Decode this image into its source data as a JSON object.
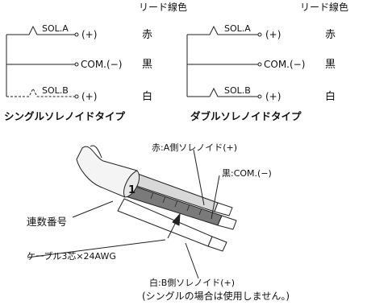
{
  "header": {
    "lead_color_left": "リード線色",
    "lead_color_right": "リード線色"
  },
  "single": {
    "title": "シングルソレノイドタイプ",
    "sol_a": "SOL.A",
    "sol_b": "SOL.B",
    "plus_a": "(+)",
    "plus_b": "(+)",
    "com": "COM.(−)",
    "color_red": "赤",
    "color_black": "黒",
    "color_white": "白"
  },
  "double": {
    "title": "ダブルソレノイドタイプ",
    "sol_a": "SOL.A",
    "sol_b": "SOL.B",
    "plus_a": "(+)",
    "plus_b": "(+)",
    "com": "COM.(−)",
    "color_red": "赤",
    "color_black": "黒",
    "color_white": "白"
  },
  "cable": {
    "red_label": "赤:A側ソレノイド(+)",
    "black_label": "黒:COM.(−)",
    "serial_label": "連数番号",
    "serial_mark": "1",
    "cable_spec": "ケーブル3芯×24AWG",
    "white_label": "白:B側ソレノイド(+)",
    "white_note": "(シングルの場合は使用しません。)"
  }
}
